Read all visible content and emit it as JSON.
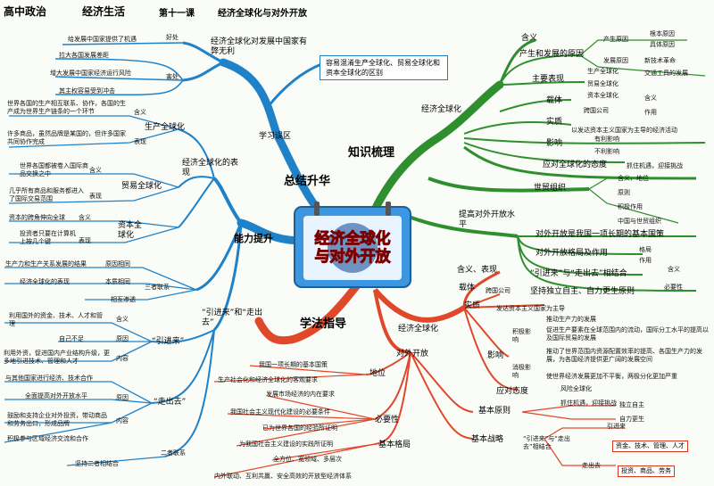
{
  "header": {
    "subject": "高中政治",
    "book": "经济生活",
    "lesson": "第十一课",
    "topic": "经济全球化与对外开放"
  },
  "center": {
    "line1": "经济全球化",
    "line2": "与对外开放"
  },
  "quadrants": {
    "zjsh": "总结升华",
    "zsh": "知识梳理",
    "nlts": "能力提升",
    "xfzd": "学法指导"
  },
  "left_top": {
    "xxwq": "学习误区",
    "node": "经济全球化对发展中国家有弊无利",
    "good": "好处",
    "bad": "害处",
    "good1": "给发展中国家提供了机遇",
    "bad1": "拉大各国发展差距",
    "bad2": "增大发展中国家经济运行风险",
    "bad3": "其主权容易受到冲击",
    "blue": "容易混淆生产全球化、贸易全球化和资本全球化的区别"
  },
  "left_mid": {
    "biaoxian": "经济全球化的表现",
    "sc": "生产全球化",
    "hy1": "含义",
    "bx1": "表现",
    "sc_def": "世界各国的生产相互联系、协作，各国的生产成为世界生产链条的一个环节",
    "sc_ex": "许多商品，虽然品牌是某国的，但许多国家共同协作完成",
    "my": "贸易全球化",
    "hy2": "含义",
    "bx2": "表现",
    "my_def": "世界各国都被卷入国际商品交换之中",
    "my_ex": "几乎所有商品和服务都进入了国际交易范围",
    "zb": "资本全球化",
    "hy3": "含义",
    "bx3": "表现",
    "zb_def": "资本的跨角伸向全球",
    "zb_ex": "投资者只要在计算机上按几个键"
  },
  "left_low": {
    "nlts_node": "三者联系",
    "r1": "生产力和生产关系发展的结果",
    "r1b": "原因相同",
    "r2": "经济全球化的表现",
    "r2b": "本质相同",
    "r3": "相互渗透",
    "yjl_zcq": "“引进来”和“走出去”",
    "yjl": "“引进来”",
    "yjl_hy": "含义",
    "yjl_hy_t": "利用国外的资金、技术、人才和管理",
    "yjl_yy": "原因",
    "yjl_yy_t": "自己不足",
    "yjl_nr": "内容",
    "yjl_nr_t": "利用外资，促进国内产业结构升级，更多地引进技术、管理和人才",
    "zcq": "“走出去”",
    "zcq_hy_t": "与其他国家进行经济、技术合作",
    "zcq_yy": "原因",
    "zcq_yy_t": "全面提高对外开放水平",
    "zcq_nr": "内容",
    "zcq_nr_t": "鼓励和支持企业对外投资，带动商品和劳务出口，形成品牌",
    "zcq_nr_t2": "积极参与区域经济交流和合作",
    "ezlx": "二者联系",
    "ezlx_t": "坚持二者相结合"
  },
  "right_top": {
    "jjqqh": "经济全球化",
    "hanyi": "含义",
    "cshfz": "产生和发展的原因",
    "cs_yy": "产生原因",
    "cs_gb": "根本原因",
    "cs_jt": "具体原因",
    "fz_yy": "发展原因",
    "fz_xj": "新技术革命",
    "fz_jt": "交通工具的发展",
    "zybx": "主要表现",
    "sc": "生产全球化",
    "my": "贸易全球化",
    "zb": "资本全球化",
    "zaiti": "载体",
    "kggs": "跨国公司",
    "hy": "含义",
    "zy": "作用",
    "shizhi": "实质",
    "shizhi_t": "以发达资本主义国家为主导的经济活动",
    "yingxiang": "影响",
    "ylyb": "有利影响",
    "blyb": "不利影响",
    "taidu": "应对全球化的态度",
    "taidu_t": "抓住机遇，迎接挑战"
  },
  "right_mid": {
    "smzz": "世贸组织",
    "hydw": "含义、地位",
    "yz": "原则",
    "jjzy": "积极作用",
    "zgysm": "中国与世贸组织",
    "tgdw": "提高对外开放水平",
    "jbgc": "对外开放是我国一项长期的基本国策",
    "gjyzy": "对外开放格局及作用",
    "gj": "格局",
    "zy": "作用",
    "yjzc": "“引进来”与“走出去”相结合",
    "hy": "含义",
    "bys": "必要性",
    "jczl": "坚持独立自主、自力更生原则"
  },
  "right_low": {
    "jjqqh": "经济全球化",
    "hyfb": "含义、表现",
    "zt": "载体",
    "zt_t": "跨国公司",
    "sz": "实质",
    "sz_t": "发达资本主义国家为主导",
    "yx": "影响",
    "jj": "积极影响",
    "xj": "消极影响",
    "jj1": "推动生产力的发展",
    "jj2": "促进生产要素在全球范围内的流动，国际分工水平的提高以及国际贸易的发展",
    "xj1": "推动了世界范围内资源配置效率的提高、各国生产力的发展，为各国经济提供更广阔的发展空间",
    "xj2": "使世界经济发展更加不平衡，两极分化更加严重",
    "ydtd": "应对态度",
    "fx": "风险全球化",
    "jycz": "抓住机遇，迎接挑战",
    "dwkf": "对外开放",
    "dw": "地位",
    "dw1": "我国一项长期的基本国策",
    "dw2": "生产社会化和经济全球化的客观要求",
    "bys": "必要性",
    "bys1": "发展市场经济的内在要求",
    "bys2": "我国社会主义现代化建设的必要条件",
    "bys3": "已为世界各国的经验所证明",
    "bys4": "为我国社会主义建设的实践所证明",
    "jbgj": "基本格局",
    "gj1": "全方位、宽领域、多层次",
    "gj2": "内外联动、互利共赢、安全高效的开放型经济体系",
    "jbyz": "基本原则",
    "dlzz": "独立自主",
    "zlgs": "自力更生",
    "jbzl": "基本战略",
    "jbzl_t": "“引进来”与“走出去”相结合",
    "yjl": "引进来",
    "yjl_t": "资金、技术、管理、人才",
    "zcq": "走出去",
    "zcq_t": "投资、商品、劳务"
  }
}
